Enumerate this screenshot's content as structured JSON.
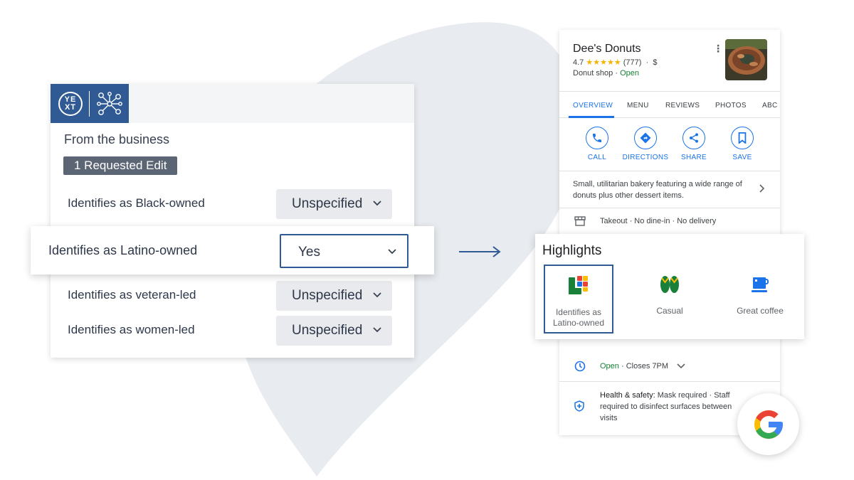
{
  "yext": {
    "logo_text_top": "YE",
    "logo_text_bottom": "XT",
    "section_title": "From the business",
    "edit_badge": "1 Requested Edit",
    "fields": [
      {
        "label": "Identifies as Black-owned",
        "value": "Unspecified"
      },
      {
        "label": "Identifies as Latino-owned",
        "value": "Yes"
      },
      {
        "label": "Identifies as veteran-led",
        "value": "Unspecified"
      },
      {
        "label": "Identifies as women-led",
        "value": "Unspecified"
      }
    ],
    "brand_color": "#2f5a94"
  },
  "google": {
    "business_name": "Dee's Donuts",
    "rating": "4.7",
    "review_count": "(777)",
    "price": "$",
    "category": "Donut shop",
    "open_status": "Open",
    "tabs": [
      "OVERVIEW",
      "MENU",
      "REVIEWS",
      "PHOTOS",
      "ABC"
    ],
    "actions": [
      "CALL",
      "DIRECTIONS",
      "SHARE",
      "SAVE"
    ],
    "description": "Small, utilitarian bakery featuring a wide range of donuts plus other dessert items.",
    "service_options": "Takeout · No dine-in · No delivery",
    "highlights_title": "Highlights",
    "highlights": [
      {
        "label": "Identifies as Latino-owned",
        "icon": "latino-owned-icon"
      },
      {
        "label": "Casual",
        "icon": "flip-flops-icon"
      },
      {
        "label": "Great coffee",
        "icon": "coffee-cup-icon"
      }
    ],
    "hours_status": "Open",
    "hours_detail": "· Closes 7PM",
    "health_label": "Health & safety:",
    "health_text": "Mask required · Staff required to disinfect surfaces between visits",
    "accent_color": "#1a73e8",
    "open_color": "#188038"
  }
}
